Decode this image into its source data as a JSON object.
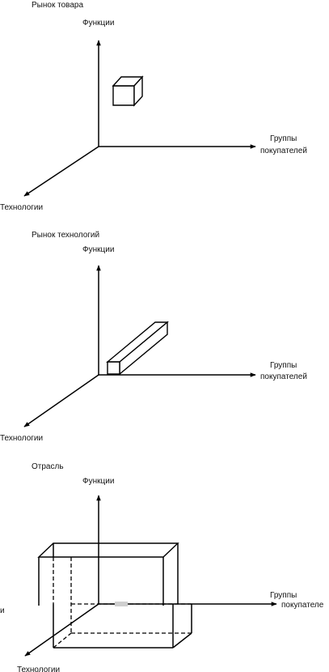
{
  "panels": [
    {
      "title": "Рынок товара",
      "axis_up": "Функции",
      "axis_right_line1": "Группы",
      "axis_right_line2": "покупателей",
      "axis_diag": "Технологии"
    },
    {
      "title": "Рынок технологий",
      "axis_up": "Функции",
      "axis_right_line1": "Группы",
      "axis_right_line2": "покупателей",
      "axis_diag": "Технологии"
    },
    {
      "title": "Отрасль",
      "axis_up": "Функции",
      "axis_right_line1": "Группы",
      "axis_right_line2": "покупателе",
      "axis_diag": "Технологии",
      "left_fragment": "и"
    }
  ]
}
